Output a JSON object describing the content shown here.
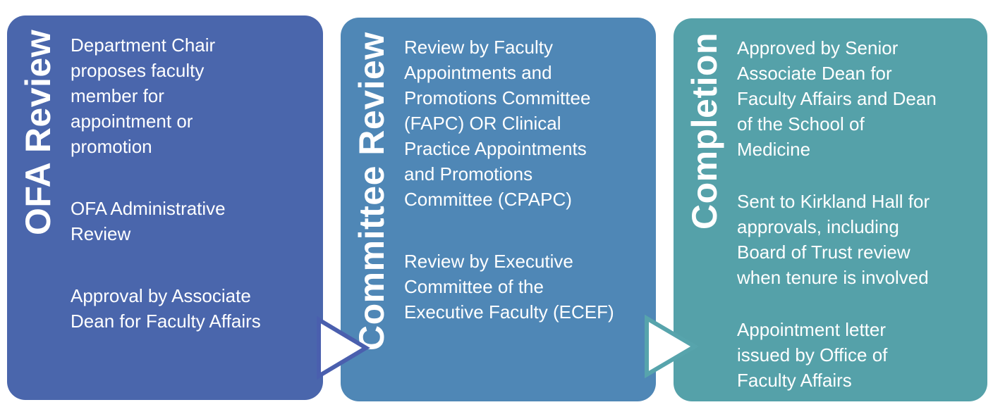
{
  "diagram": {
    "background_color": "#ffffff",
    "text_color": "#ffffff",
    "stages": [
      {
        "label": "OFA Review",
        "fill_color": "#4a66ac",
        "paragraphs": [
          "Department Chair\nproposes faculty\nmember for\nappointment or\npromotion",
          "OFA Administrative\nReview",
          "Approval by Associate\nDean for Faculty Affairs"
        ]
      },
      {
        "label": "Committee Review",
        "fill_color": "#4f87b6",
        "paragraphs": [
          "Review by Faculty\nAppointments and\nPromotions Committee\n(FAPC) OR Clinical\nPractice Appointments\nand Promotions\nCommittee (CPAPC)",
          "Review by Executive\nCommittee of the\nExecutive Faculty (ECEF)"
        ]
      },
      {
        "label": "Completion",
        "fill_color": "#55a1a9",
        "paragraphs": [
          "Approved by Senior\nAssociate Dean for\nFaculty Affairs and Dean\nof the School of\nMedicine",
          "Sent to Kirkland Hall for\napprovals, including\nBoard of Trust review\nwhen tenure is involved",
          "Appointment letter\nissued by Office of\nFaculty Affairs"
        ]
      }
    ],
    "arrows": [
      {
        "icon": "right-triangle-arrow-icon",
        "fill_color": "#ffffff",
        "stroke_color": "#4a5fae"
      },
      {
        "icon": "right-triangle-arrow-icon",
        "fill_color": "#ffffff",
        "stroke_color": "#57a4ac"
      }
    ]
  }
}
